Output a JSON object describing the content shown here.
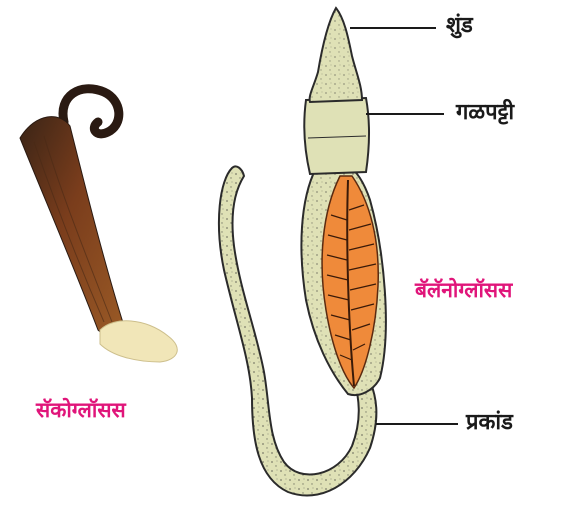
{
  "labels": {
    "proboscis": "शुंड",
    "collar": "गळपट्टी",
    "trunk": "प्रकांड",
    "balanoglossus": "बॅलॅनोग्लॉसस",
    "saccoglossus": "सॅकोग्लॉसस"
  },
  "colors": {
    "label_text": "#1a1a1a",
    "species_label": "#e0157a",
    "body_fill": "#dfe1b6",
    "body_outline": "#2b2b2b",
    "gill_fill": "#ef8a3a",
    "specimen_brown": "#6b3a1e",
    "specimen_tip": "#f1e6b8"
  }
}
